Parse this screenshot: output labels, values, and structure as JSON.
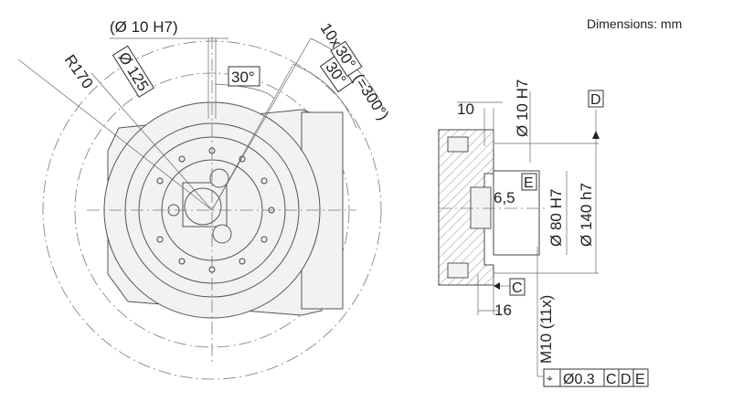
{
  "header": {
    "units_note": "Dimensions: mm"
  },
  "front_view": {
    "pin_hole": "(Ø 10 H7)",
    "radius": "R170",
    "bolt_circle": "Ø 125",
    "angle_1": "30°",
    "angle_2": "30°",
    "pattern_count": "10x",
    "pattern_angle": "30°",
    "pattern_total": "(=300°)"
  },
  "section_view": {
    "depth_10": "10",
    "pin_hole": "Ø 10 H7",
    "datum_d": "D",
    "datum_e": "E",
    "depth_6_5": "6,5",
    "bore": "Ø 80 H7",
    "spigot": "Ø 140 h7",
    "datum_c": "C",
    "depth_16": "16",
    "thread": "M10 (11x)"
  },
  "feature_control_frame": {
    "symbol": "⌖",
    "tolerance": "Ø0.3",
    "datums": [
      "C",
      "D",
      "E"
    ]
  }
}
